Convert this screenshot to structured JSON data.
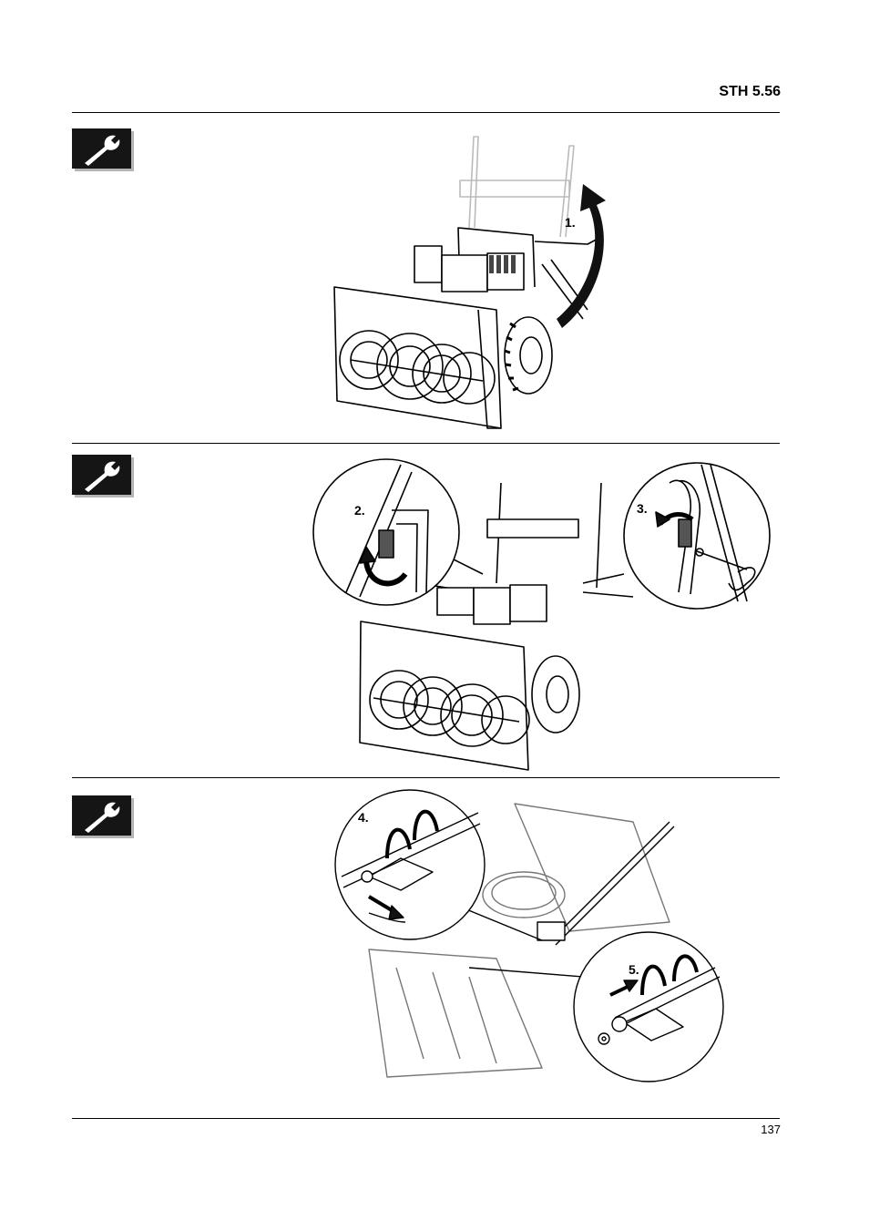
{
  "header": {
    "model": "STH 5.56"
  },
  "sections": [
    {
      "steps": [
        "1."
      ]
    },
    {
      "steps": [
        "2.",
        "3."
      ]
    },
    {
      "steps": [
        "4.",
        "5."
      ]
    }
  ],
  "icons": [
    "wrench-icon",
    "wrench-icon",
    "wrench-icon"
  ],
  "footer": {
    "page_number": "137"
  }
}
